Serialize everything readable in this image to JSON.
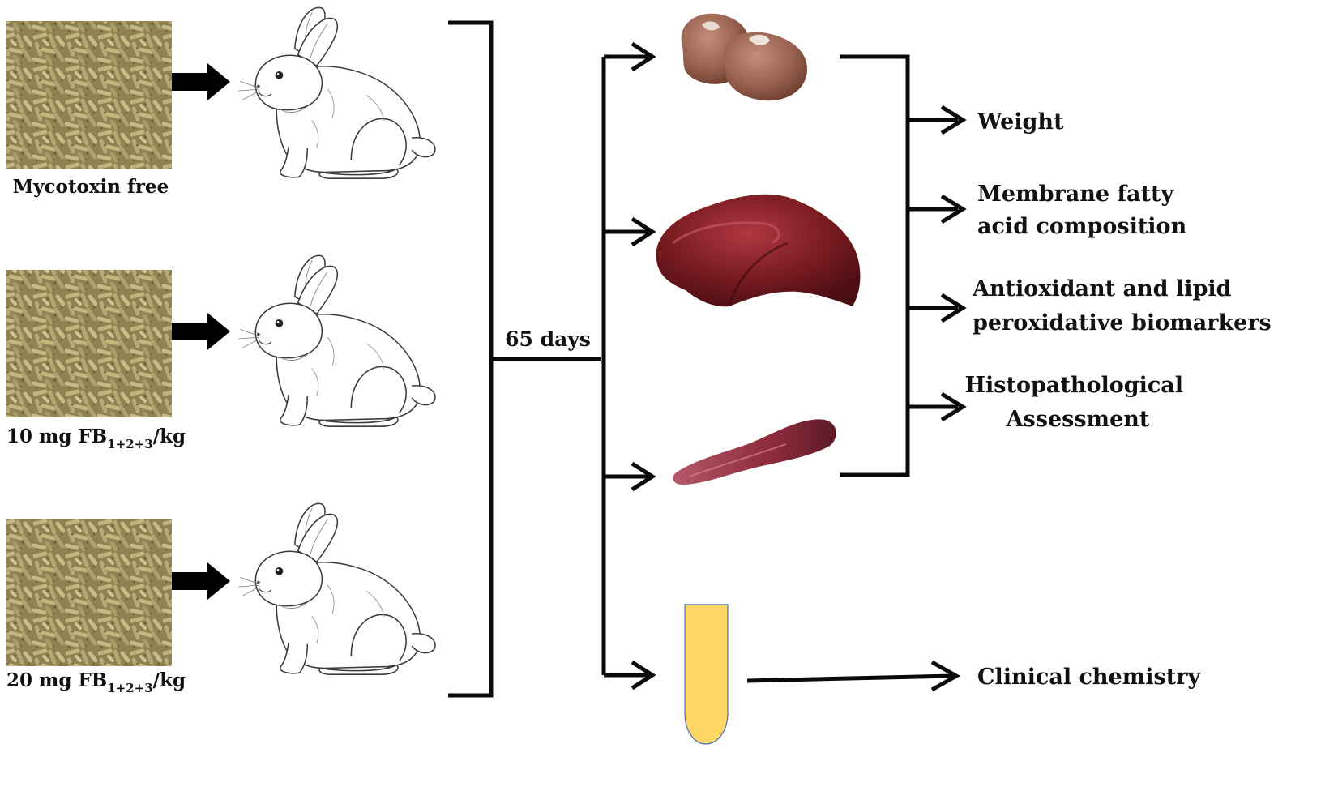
{
  "diet_groups": [
    {
      "label": "Mycotoxin free",
      "label_sub": "",
      "label_tail": ""
    },
    {
      "label": "10 mg FB",
      "label_sub": "1+2+3",
      "label_tail": "/kg"
    },
    {
      "label": "20 mg FB",
      "label_sub": "1+2+3",
      "label_tail": "/kg"
    }
  ],
  "duration_label": "65 days",
  "organ_outcomes": [
    {
      "lines": [
        "Weight"
      ]
    },
    {
      "lines": [
        "Membrane fatty",
        "acid composition"
      ]
    },
    {
      "lines": [
        "Antioxidant and lipid",
        "peroxidative biomarkers"
      ]
    },
    {
      "lines": [
        "Histopathological",
        "Assessment"
      ]
    }
  ],
  "blood_outcome": "Clinical chemistry",
  "colors": {
    "pellet_base": "#8f8252",
    "pellet_light": "#c2b47e",
    "pellet_dark": "#4f4527",
    "kidney": "#9a6250",
    "liver": "#7a1c22",
    "spleen": "#8e2b3c",
    "blood_tube": "#fdd663",
    "line": "#0a0a0a"
  },
  "icons": [
    "feed-pellets-image",
    "rabbit-illustration",
    "kidney-image",
    "liver-image",
    "spleen-image",
    "blood-tube-icon"
  ]
}
